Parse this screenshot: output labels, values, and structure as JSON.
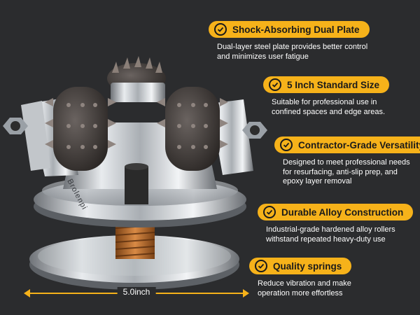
{
  "colors": {
    "background": "#2b2c2e",
    "accent": "#f6b21a",
    "text": "#ffffff",
    "pill_text": "#1a1a1a"
  },
  "product": {
    "brand_engraving": "Brolenpi",
    "image": "bush-hammer-plate-with-rollers-and-spring"
  },
  "dimension": {
    "label": "5.0inch"
  },
  "features": [
    {
      "icon": "check-circle-icon",
      "title": "Shock-Absorbing Dual Plate",
      "description": "Dual-layer steel plate provides better control\nand minimizes user fatigue"
    },
    {
      "icon": "check-circle-icon",
      "title": "5 Inch Standard Size",
      "description": "Suitable for professional use in\nconfined spaces and edge areas."
    },
    {
      "icon": "check-circle-icon",
      "title": "Contractor-Grade Versatility",
      "description": "Designed to meet professional needs\nfor resurfacing, anti-slip prep, and\nepoxy layer removal"
    },
    {
      "icon": "check-circle-icon",
      "title": "Durable Alloy Construction",
      "description": "Industrial-grade hardened alloy rollers\nwithstand repeated heavy-duty use"
    },
    {
      "icon": "check-circle-icon",
      "title": "Quality springs",
      "description": "Reduce vibration and make\noperation more effortless"
    }
  ]
}
